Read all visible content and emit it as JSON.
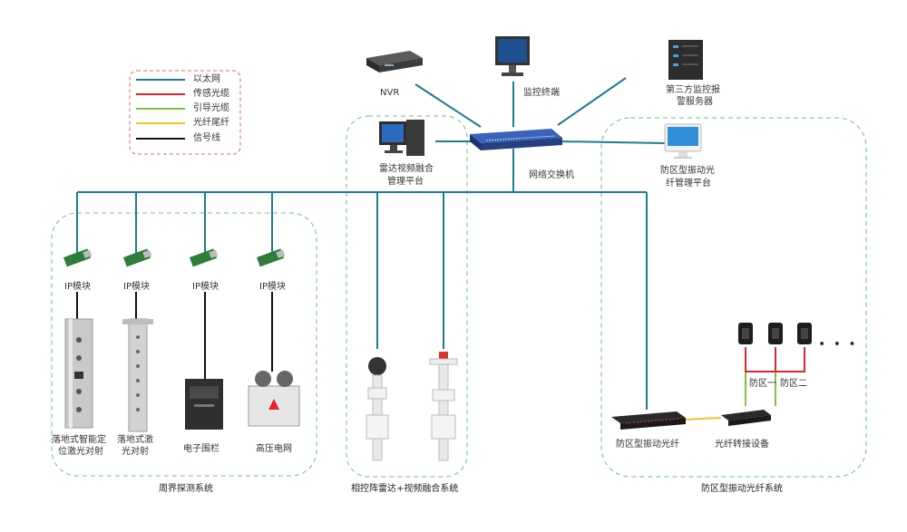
{
  "legend": {
    "items": [
      {
        "label": "以太网",
        "color": "#1f7b8f"
      },
      {
        "label": "传感光缆",
        "color": "#e0242a"
      },
      {
        "label": "引导光缆",
        "color": "#7fc241"
      },
      {
        "label": "光纤尾纤",
        "color": "#f4c12a"
      },
      {
        "label": "信号线",
        "color": "#111111"
      }
    ]
  },
  "nodes": {
    "nvr": "NVR",
    "monitor_terminal": "监控终端",
    "third_party_server_l1": "第三方监控报",
    "third_party_server_l2": "警服务器",
    "radar_platform_l1": "雷达视频融合",
    "radar_platform_l2": "管理平台",
    "network_switch": "网络交换机",
    "fiber_platform_l1": "防区型振动光",
    "fiber_platform_l2": "纤管理平台",
    "ip_module_1": "IP模块",
    "ip_module_2": "IP模块",
    "ip_module_3": "IP模块",
    "ip_module_4": "IP模块",
    "laser_smart_l1": "落地式智能定",
    "laser_smart_l2": "位激光对射",
    "laser_floor_l1": "落地式激",
    "laser_floor_l2": "光对射",
    "electronic_fence": "电子围栏",
    "hv_grid": "高压电网",
    "fiber_vibration": "防区型振动光纤",
    "fiber_adapter": "光纤转接设备",
    "zone_1": "防区一",
    "zone_2": "防区二",
    "ellipsis": "• • •"
  },
  "systems": {
    "perimeter": "周界探测系统",
    "radar_video": "相控阵雷达+视频融合系统",
    "fiber_system": "防区型振动光纤系统"
  }
}
